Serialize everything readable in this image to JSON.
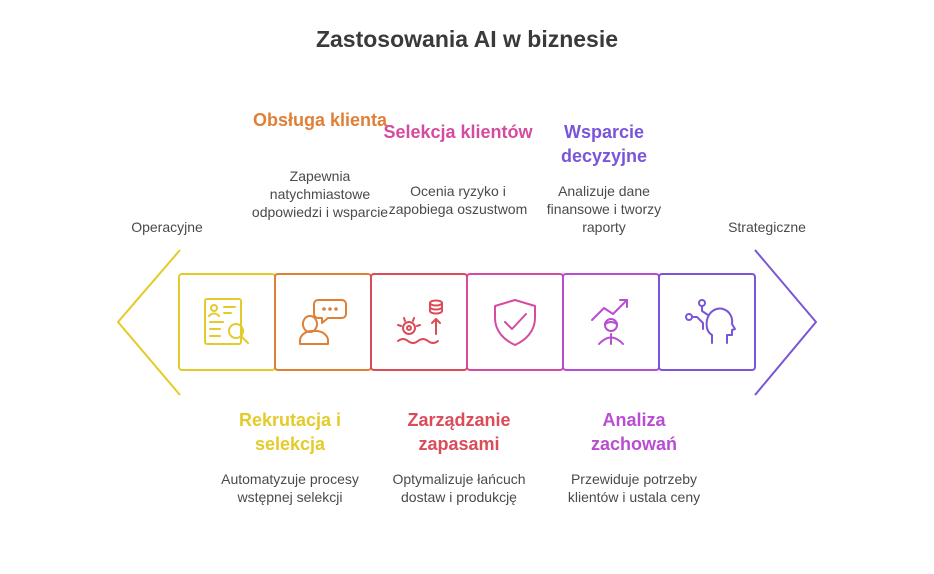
{
  "title": "Zastosowania AI w biznesie",
  "left_label": "Operacyjne",
  "right_label": "Strategiczne",
  "stages": [
    {
      "heading": "Rekrutacja i selekcja",
      "description": "Automatyzuje procesy wstępnej selekcji",
      "icon": "resume-search-icon",
      "position": "bottom",
      "color": "#e3cb2a"
    },
    {
      "heading": "Obsługa klienta",
      "description": "Zapewnia natychmiastowe odpowiedzi i wsparcie",
      "icon": "customer-chat-icon",
      "position": "top",
      "color": "#e07f36"
    },
    {
      "heading": "Zarządzanie zapasami",
      "description": "Optymalizuje łańcuch dostaw i produkcję",
      "icon": "supply-chain-icon",
      "position": "bottom",
      "color": "#dc4b58"
    },
    {
      "heading": "Selekcja klientów",
      "description": "Ocenia ryzyko i zapobiega oszustwom",
      "icon": "shield-check-icon",
      "position": "top",
      "color": "#d64aa0"
    },
    {
      "heading": "Analiza zachowań",
      "description": "Przewiduje potrzeby klientów i ustala ceny",
      "icon": "growth-person-icon",
      "position": "bottom",
      "color": "#b84dd3"
    },
    {
      "heading": "Wsparcie decyzyjne",
      "description": "Analizuje dane finansowe i tworzy raporty",
      "icon": "head-network-icon",
      "position": "top",
      "color": "#7a55d8"
    }
  ]
}
